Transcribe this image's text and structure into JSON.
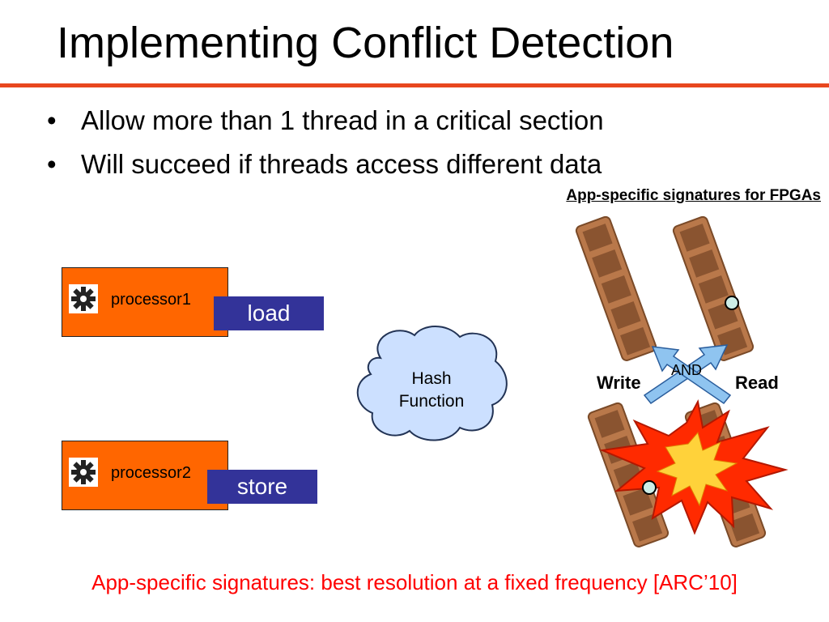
{
  "slide": {
    "title": "Implementing Conflict Detection",
    "bullets": [
      {
        "marker": "•",
        "text": "Allow more than 1 thread in a critical section"
      },
      {
        "marker": "•",
        "text": "Will succeed if threads access different data"
      }
    ],
    "signature_link": "App-specific signatures for FPGAs",
    "footer": "App-specific signatures: best resolution at a fixed frequency [ARC’10]",
    "accent_color": "#e8471e"
  },
  "diagram": {
    "processors": [
      {
        "label": "processor1",
        "icon": "gear-icon",
        "operation": "load"
      },
      {
        "label": "processor2",
        "icon": "gear-icon",
        "operation": "store"
      }
    ],
    "hash": {
      "line1": "Hash",
      "line2": "Function"
    },
    "signature": {
      "write": "Write",
      "read": "Read",
      "and": "AND"
    },
    "colors": {
      "processor_fill": "#ff6600",
      "operation_fill": "#333399",
      "cloud_fill": "#cce0ff",
      "arrow_fill": "#8fc4f0",
      "conflict_fill": "#ff2a00"
    }
  }
}
